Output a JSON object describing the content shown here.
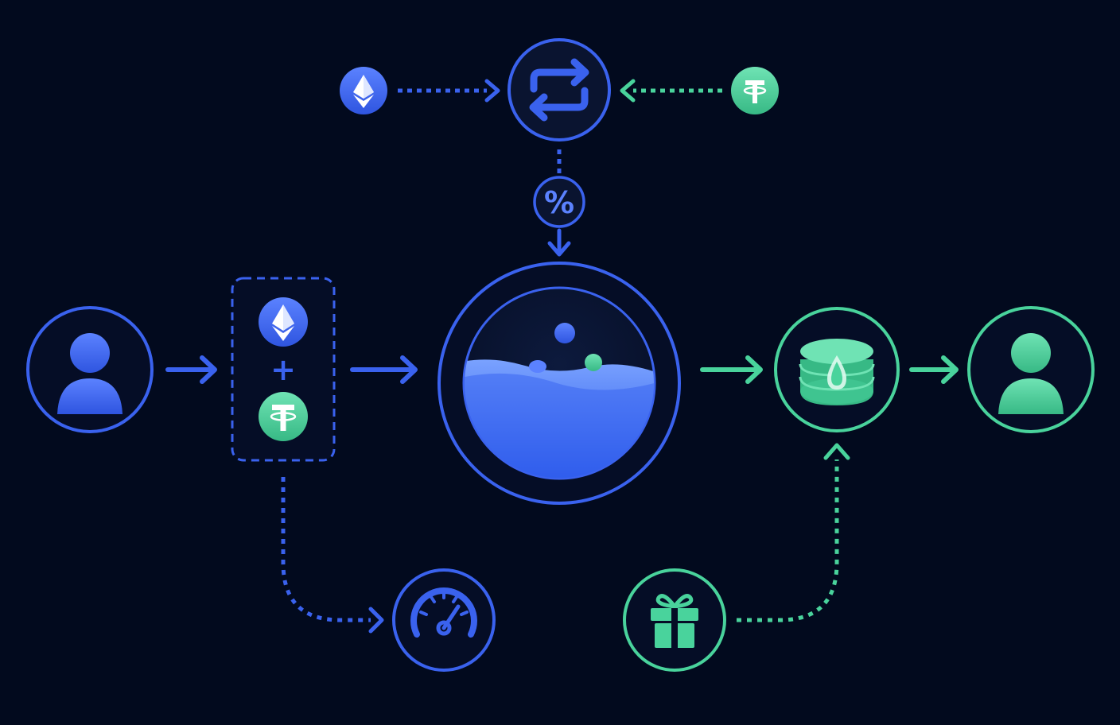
{
  "diagram": {
    "type": "liquidity-pool-flow",
    "colors": {
      "background": "#020a1e",
      "blue": "#3a62ee",
      "blue_light": "#5b82ff",
      "green": "#49d39c",
      "green_light": "#6fe3b4",
      "pool_water_top": "#7aa2ff",
      "pool_water_bottom": "#1f4fe6",
      "pool_inner_bg": "#0a1430"
    },
    "symbols": {
      "fee": "%",
      "plus": "+",
      "tether": "₮"
    },
    "nodes": [
      {
        "id": "user-provider",
        "icon": "user-icon",
        "color": "blue"
      },
      {
        "id": "token-pair",
        "icon": "ethereum-plus-tether-icon",
        "color": "blue"
      },
      {
        "id": "liquidity-pool",
        "icon": "water-pool-icon",
        "color": "blue"
      },
      {
        "id": "lp-token",
        "icon": "liquid-token-stack-icon",
        "color": "green"
      },
      {
        "id": "user-holder",
        "icon": "user-icon",
        "color": "green"
      },
      {
        "id": "swap",
        "icon": "swap-arrows-icon",
        "color": "blue"
      },
      {
        "id": "eth-input",
        "icon": "ethereum-icon",
        "color": "blue"
      },
      {
        "id": "usdt-input",
        "icon": "tether-icon",
        "color": "green"
      },
      {
        "id": "fee",
        "icon": "percent-icon",
        "color": "blue"
      },
      {
        "id": "speed-meter",
        "icon": "speedometer-icon",
        "color": "blue"
      },
      {
        "id": "reward",
        "icon": "gift-icon",
        "color": "green"
      }
    ]
  }
}
